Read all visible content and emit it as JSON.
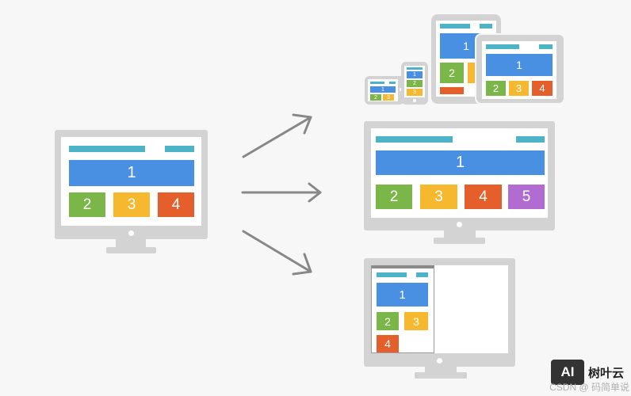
{
  "tiles": {
    "t1": "1",
    "t2": "2",
    "t3": "3",
    "t4": "4",
    "t5": "5"
  },
  "watermark": {
    "logo_text": "AI",
    "brand_text": "树叶云",
    "source_text": "CSDN @ 码简单说"
  },
  "colors": {
    "blue": "#4a90e2",
    "green": "#7ab648",
    "yellow": "#f5b82e",
    "red": "#e45f2b",
    "purple": "#b06cd0",
    "bar": "#4db3c6",
    "device": "#d3d3d3",
    "arrow": "#888888"
  }
}
